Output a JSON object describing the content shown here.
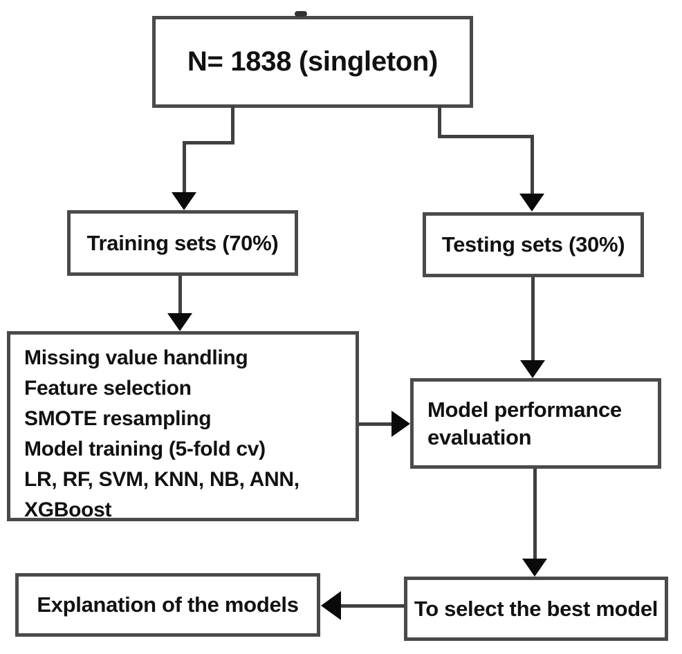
{
  "diagram": {
    "type": "flowchart",
    "nodes": {
      "total": {
        "label": "N= 1838 (singleton)"
      },
      "training": {
        "label": "Training sets (70%)"
      },
      "testing": {
        "label": "Testing sets (30%)"
      },
      "pipeline": {
        "lines": [
          "Missing value handling",
          "Feature selection",
          "SMOTE resampling",
          "Model training (5-fold cv)",
          "LR, RF, SVM, KNN, NB, ANN,",
          "XGBoost"
        ]
      },
      "evaluation": {
        "label": "Model performance evaluation"
      },
      "selection": {
        "label": "To select the best model"
      },
      "explanation": {
        "label": "Explanation of the models"
      }
    },
    "edges": [
      {
        "from": "total",
        "to": "training",
        "direction": "down"
      },
      {
        "from": "total",
        "to": "testing",
        "direction": "down"
      },
      {
        "from": "training",
        "to": "pipeline",
        "direction": "down"
      },
      {
        "from": "testing",
        "to": "evaluation",
        "direction": "down"
      },
      {
        "from": "pipeline",
        "to": "evaluation",
        "direction": "right"
      },
      {
        "from": "evaluation",
        "to": "selection",
        "direction": "down"
      },
      {
        "from": "selection",
        "to": "explanation",
        "direction": "left"
      }
    ],
    "colors": {
      "background": "#ffffff",
      "box_border": "#4a4a4a",
      "line": "#404040",
      "arrowhead": "#0a0a0a",
      "text": "#111111"
    }
  }
}
